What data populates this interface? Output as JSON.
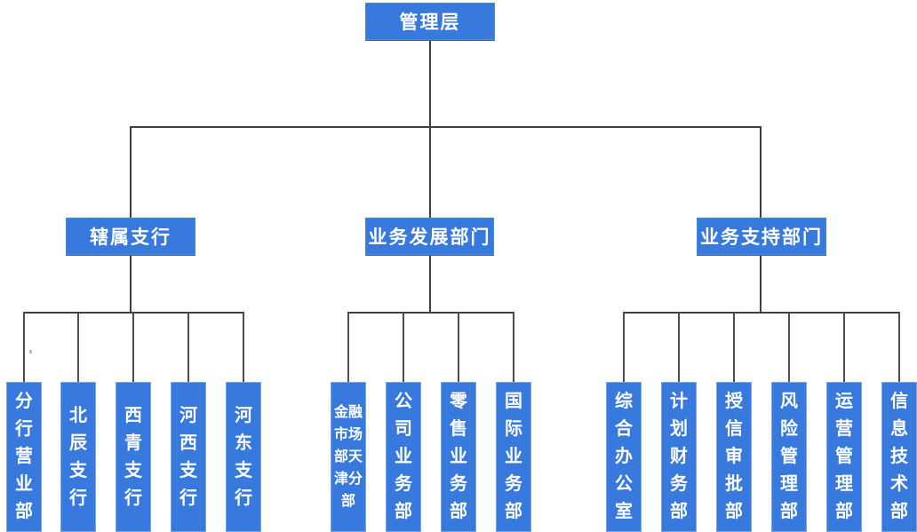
{
  "root": {
    "label": "管理层"
  },
  "groups": [
    {
      "label": "辖属支行",
      "children": [
        "分行营业部",
        "北辰支行",
        "西青支行",
        "河西支行",
        "河东支行"
      ]
    },
    {
      "label": "业务发展部门",
      "children": [
        "金融市场部天津分部",
        "公司业务部",
        "零售业务部",
        "国际业务部"
      ]
    },
    {
      "label": "业务支持部门",
      "children": [
        "综合办公室",
        "计划财务部",
        "授信审批部",
        "风险管理部",
        "运营管理部",
        "信息技术部"
      ]
    }
  ],
  "colors": {
    "node_fill": "#3779dc",
    "node_border": "#7aa5e6",
    "connector_line": "#3f3f3f",
    "text": "#ffffff"
  }
}
